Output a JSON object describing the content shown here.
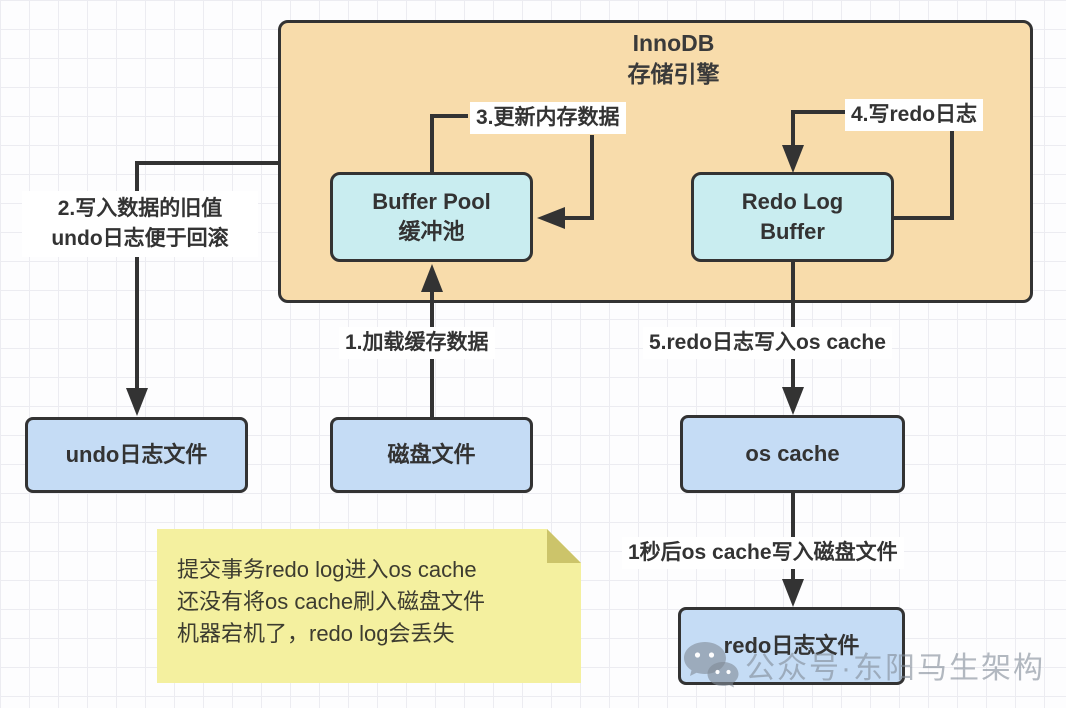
{
  "diagram": {
    "container": {
      "title_line1": "InnoDB",
      "title_line2": "存储引擎"
    },
    "nodes": {
      "buffer_pool": {
        "line1": "Buffer Pool",
        "line2": "缓冲池"
      },
      "redo_log_buffer": {
        "line1": "Redo Log",
        "line2": "Buffer"
      },
      "undo_file": {
        "label": "undo日志文件"
      },
      "disk_file": {
        "label": "磁盘文件"
      },
      "os_cache": {
        "label": "os cache"
      },
      "redo_file": {
        "label": "redo日志文件"
      }
    },
    "steps": {
      "step1": "1.加载缓存数据",
      "step2_line1": "2.写入数据的旧值",
      "step2_line2": "undo日志便于回滚",
      "step3": "3.更新内存数据",
      "step4": "4.写redo日志",
      "step5": "5.redo日志写入os cache",
      "step6": "1秒后os cache写入磁盘文件"
    },
    "note": {
      "line1": "提交事务redo log进入os cache",
      "line2": "还没有将os cache刷入磁盘文件",
      "line3": "机器宕机了，redo log会丢失"
    },
    "watermark": {
      "text": "公众号·东阳马生架构",
      "icon": "wechat-icon"
    },
    "colors": {
      "container_fill": "#f8dcab",
      "memory_box_fill": "#c9edf0",
      "disk_box_fill": "#c5dcf5",
      "note_fill": "#f4f09f",
      "note_fold": "#ccc46a",
      "line": "#333333",
      "watermark_gray": "#808b96"
    }
  }
}
